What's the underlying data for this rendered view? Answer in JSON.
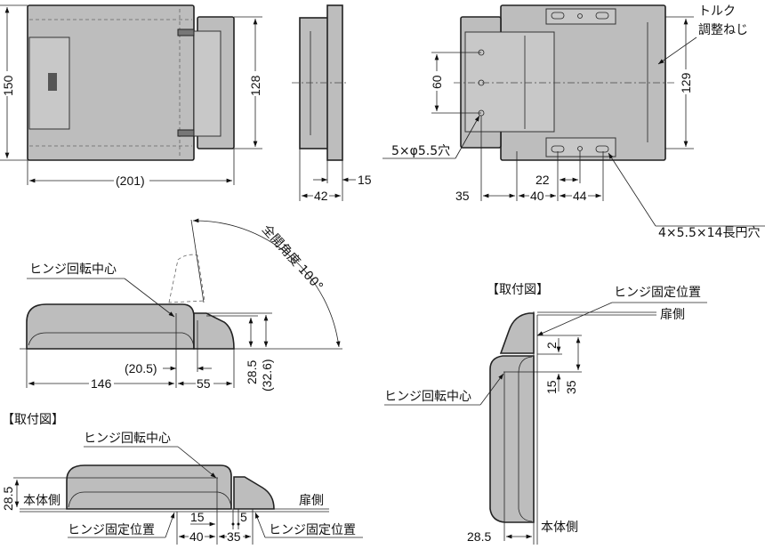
{
  "front_view": {
    "height": "150",
    "hinge_height": "128",
    "width": "(201)"
  },
  "side_view": {
    "depth": "42",
    "flange": "15"
  },
  "back_view": {
    "torque_line1": "トルク",
    "torque_line2": "調整ねじ",
    "hole_pitch": "60",
    "height": "129",
    "round_holes": "5×φ5.5穴",
    "dim_35": "35",
    "dim_40": "40",
    "dim_22": "22",
    "dim_44": "44",
    "slot_holes": "4×5.5×14長円穴"
  },
  "open_view": {
    "pivot_label": "ヒンジ回転中心",
    "angle_label": "全開角度 100°",
    "dim_20_5": "(20.5)",
    "dim_146": "146",
    "dim_55": "55",
    "dim_28_5": "28.5",
    "dim_32_6": "(32.6)"
  },
  "mount_horizontal": {
    "title": "【取付図】",
    "pivot_label": "ヒンジ回転中心",
    "dim_28_5": "28.5",
    "body_side": "本体側",
    "door_side": "扉側",
    "fix_left": "ヒンジ固定位置",
    "fix_right": "ヒンジ固定位置",
    "dim_15": "15",
    "dim_5": "5",
    "dim_40": "40",
    "dim_35": "35"
  },
  "mount_vertical": {
    "title": "【取付図】",
    "fix_label": "ヒンジ固定位置",
    "door_side": "扉側",
    "dim_2": "2",
    "dim_15": "15",
    "dim_35": "35",
    "pivot_label": "ヒンジ回転中心",
    "body_side": "本体側",
    "dim_28_5": "28.5"
  }
}
